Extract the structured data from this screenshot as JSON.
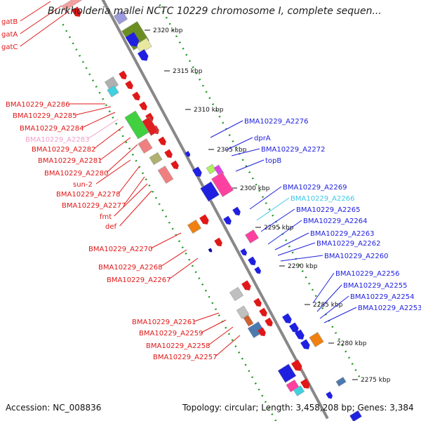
{
  "title": "Burkholderia mallei NCTC 10229 chromosome I, complete sequen...",
  "footer": {
    "accession": "Accession: NC_008836",
    "summary": "Topology: circular; Length: 3,458,208 bp; Genes: 3,384"
  },
  "colors": {
    "forward": "#2020e0",
    "reverse": "#e01818",
    "highlight_forward": "#3cc8e8",
    "highlight_reverse": "#f0a0c8",
    "backbone": "#888888",
    "ticks": "#229922"
  },
  "scale_labels": [
    "2320 kbp",
    "2315 kbp",
    "2310 kbp",
    "2305 kbp",
    "2300 kbp",
    "2295 kbp",
    "2290 kbp",
    "2285 kbp",
    "2280 kbp",
    "2275 kbp"
  ],
  "left_labels": [
    "gatB",
    "gatA",
    "gatC",
    "BMA10229_A2286",
    "BMA10229_A2285",
    "BMA10229_A2284",
    "BMA10229_A2283",
    "BMA10229_A2282",
    "BMA10229_A2281",
    "BMA10229_A2280",
    "sun-2",
    "BMA10229_A2278",
    "BMA10229_A2277",
    "fmt",
    "def",
    "BMA10229_A2270",
    "BMA10229_A2268",
    "BMA10229_A2267",
    "BMA10229_A2261",
    "BMA10229_A2259",
    "BMA10229_A2258",
    "BMA10229_A2257"
  ],
  "right_labels": [
    "BMA10229_A2276",
    "dprA",
    "BMA10229_A2272",
    "topB",
    "BMA10229_A2269",
    "BMA10229_A2266",
    "BMA10229_A2265",
    "BMA10229_A2264",
    "BMA10229_A2263",
    "BMA10229_A2262",
    "BMA10229_A2260",
    "BMA10229_A2256",
    "BMA10229_A2255",
    "BMA10229_A2254",
    "BMA10229_A2253"
  ],
  "highlighted_labels": [
    "BMA10229_A2283",
    "BMA10229_A2266"
  ]
}
